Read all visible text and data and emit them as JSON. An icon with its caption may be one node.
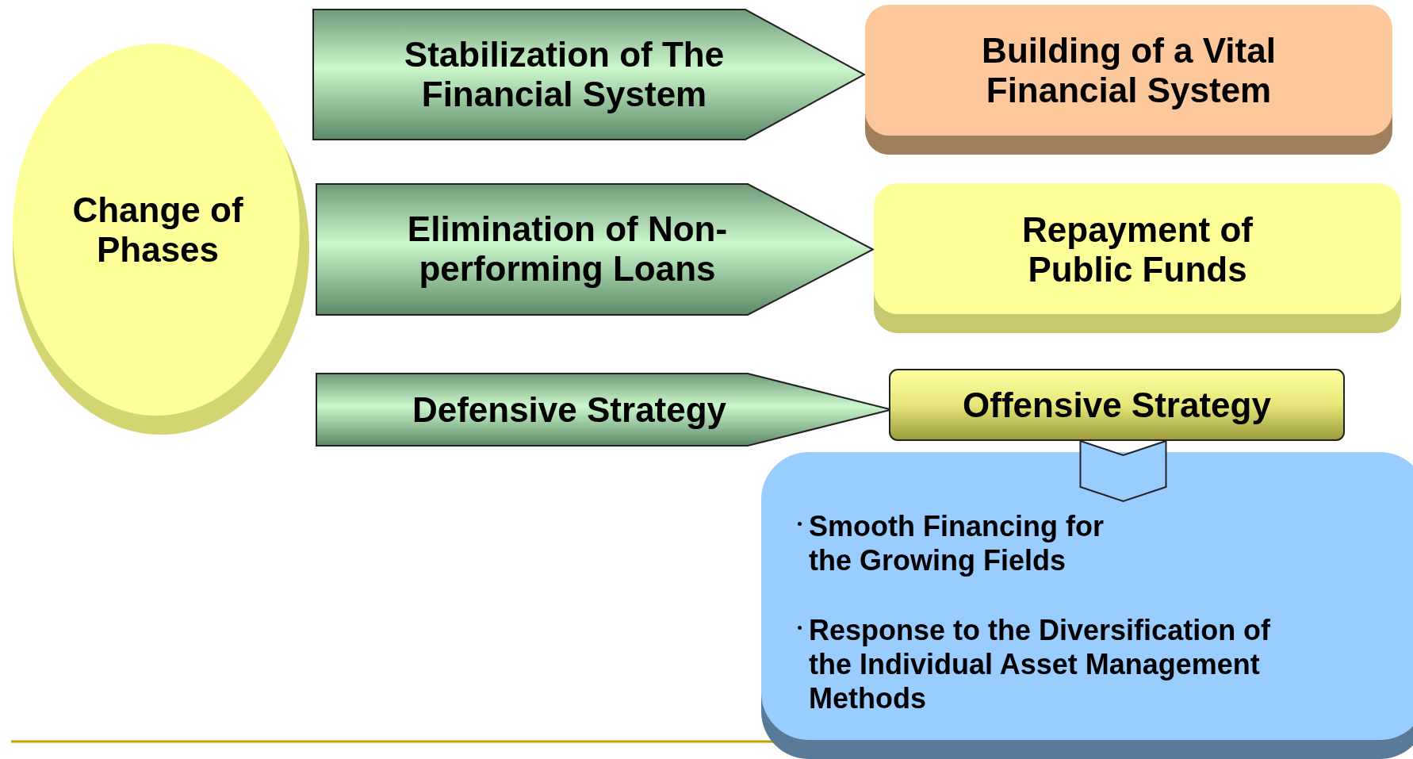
{
  "diagram": {
    "nodes": [
      {
        "text": [
          "Change of Phases"
        ]
      },
      {
        "text": [
          "Stabilization of The Financial System"
        ]
      },
      {
        "text": [
          "Building of a Vital Financial System"
        ]
      },
      {
        "text": [
          "Elimination of Non-performing Loans"
        ]
      },
      {
        "text": [
          "Repayment of Public Funds"
        ]
      },
      {
        "text": [
          "Defensive Strategy"
        ]
      },
      {
        "text": [
          "Offensive Strategy"
        ]
      },
      {
        "text": [
          "Smooth Financing for the Growing Fields",
          "Response to the Diversification of the Individual Asset Management Methods"
        ]
      }
    ],
    "edges": [
      {
        "from": 6,
        "to": 7,
        "arrow": "to"
      }
    ]
  }
}
